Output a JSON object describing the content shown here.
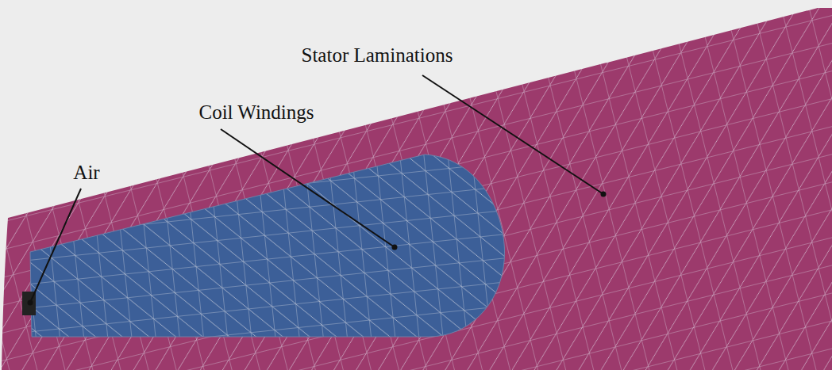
{
  "diagram": {
    "labels": [
      "Stator Laminations",
      "Coil Windings",
      "Air"
    ]
  }
}
